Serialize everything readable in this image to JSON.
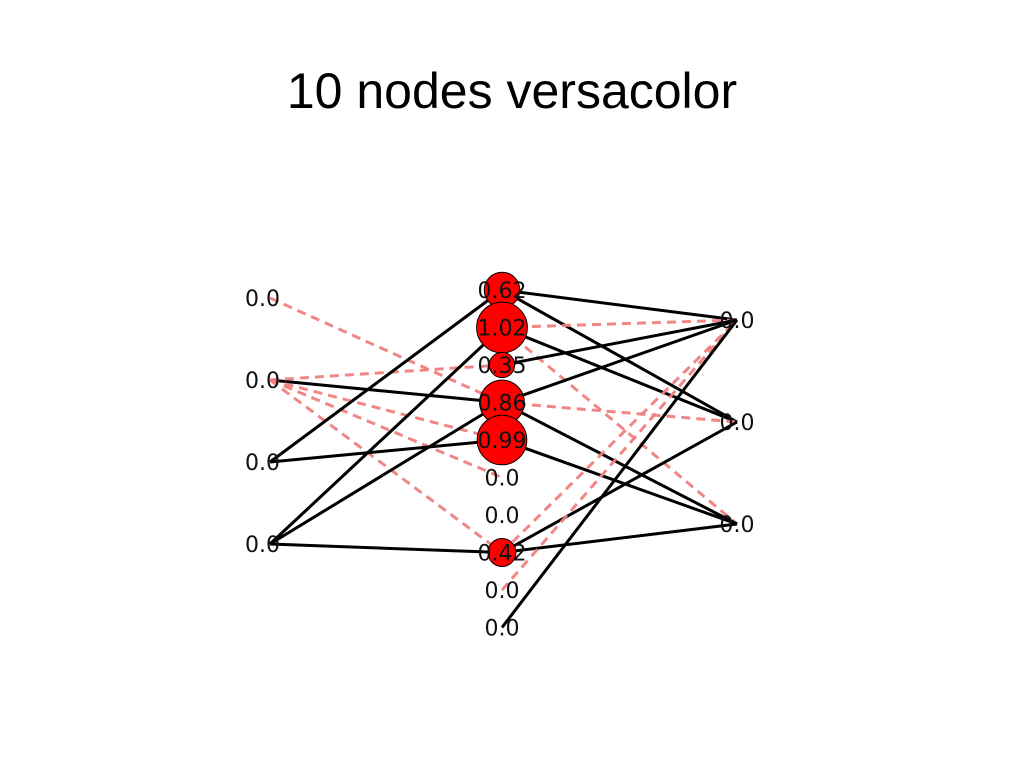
{
  "title": "10 nodes versacolor",
  "colors": {
    "node_fill": "#ff0000",
    "positive_edge": "#000000",
    "negative_edge": "#f08080",
    "background": "#ffffff"
  },
  "layers": {
    "input": [
      "0.0",
      "0.0",
      "0.0",
      "0.0"
    ],
    "hidden": [
      "0.62",
      "1.02",
      "0.35",
      "0.86",
      "0.99",
      "0.0",
      "0.0",
      "0.42",
      "0.0",
      "0.0"
    ],
    "output": [
      "0.0",
      "0.0",
      "0.0"
    ]
  },
  "hidden_activations": [
    0.62,
    1.02,
    0.35,
    0.86,
    0.99,
    0.0,
    0.0,
    0.42,
    0.0,
    0.0
  ],
  "edges": [
    {
      "from": [
        "input",
        1
      ],
      "to": [
        "hidden",
        3
      ],
      "sign": "positive"
    },
    {
      "from": [
        "input",
        1
      ],
      "to": [
        "hidden",
        7
      ],
      "sign": "negative"
    },
    {
      "from": [
        "input",
        1
      ],
      "to": [
        "hidden",
        2
      ],
      "sign": "negative"
    },
    {
      "from": [
        "input",
        1
      ],
      "to": [
        "hidden",
        4
      ],
      "sign": "negative"
    },
    {
      "from": [
        "input",
        1
      ],
      "to": [
        "hidden",
        5
      ],
      "sign": "negative"
    },
    {
      "from": [
        "input",
        0
      ],
      "to": [
        "hidden",
        3
      ],
      "sign": "negative"
    },
    {
      "from": [
        "input",
        2
      ],
      "to": [
        "hidden",
        0
      ],
      "sign": "positive"
    },
    {
      "from": [
        "input",
        2
      ],
      "to": [
        "hidden",
        4
      ],
      "sign": "positive"
    },
    {
      "from": [
        "input",
        3
      ],
      "to": [
        "hidden",
        1
      ],
      "sign": "positive"
    },
    {
      "from": [
        "input",
        3
      ],
      "to": [
        "hidden",
        3
      ],
      "sign": "positive"
    },
    {
      "from": [
        "input",
        3
      ],
      "to": [
        "hidden",
        7
      ],
      "sign": "positive"
    },
    {
      "from": [
        "hidden",
        0
      ],
      "to": [
        "output",
        0
      ],
      "sign": "positive"
    },
    {
      "from": [
        "hidden",
        0
      ],
      "to": [
        "output",
        1
      ],
      "sign": "positive"
    },
    {
      "from": [
        "hidden",
        1
      ],
      "to": [
        "output",
        0
      ],
      "sign": "negative"
    },
    {
      "from": [
        "hidden",
        1
      ],
      "to": [
        "output",
        1
      ],
      "sign": "positive"
    },
    {
      "from": [
        "hidden",
        1
      ],
      "to": [
        "output",
        2
      ],
      "sign": "negative"
    },
    {
      "from": [
        "hidden",
        2
      ],
      "to": [
        "output",
        0
      ],
      "sign": "positive"
    },
    {
      "from": [
        "hidden",
        3
      ],
      "to": [
        "output",
        0
      ],
      "sign": "positive"
    },
    {
      "from": [
        "hidden",
        3
      ],
      "to": [
        "output",
        1
      ],
      "sign": "negative"
    },
    {
      "from": [
        "hidden",
        3
      ],
      "to": [
        "output",
        2
      ],
      "sign": "positive"
    },
    {
      "from": [
        "hidden",
        4
      ],
      "to": [
        "output",
        2
      ],
      "sign": "positive"
    },
    {
      "from": [
        "hidden",
        7
      ],
      "to": [
        "output",
        0
      ],
      "sign": "negative"
    },
    {
      "from": [
        "hidden",
        7
      ],
      "to": [
        "output",
        1
      ],
      "sign": "positive"
    },
    {
      "from": [
        "hidden",
        7
      ],
      "to": [
        "output",
        2
      ],
      "sign": "positive"
    },
    {
      "from": [
        "hidden",
        8
      ],
      "to": [
        "output",
        0
      ],
      "sign": "negative"
    },
    {
      "from": [
        "hidden",
        9
      ],
      "to": [
        "output",
        0
      ],
      "sign": "positive"
    }
  ]
}
